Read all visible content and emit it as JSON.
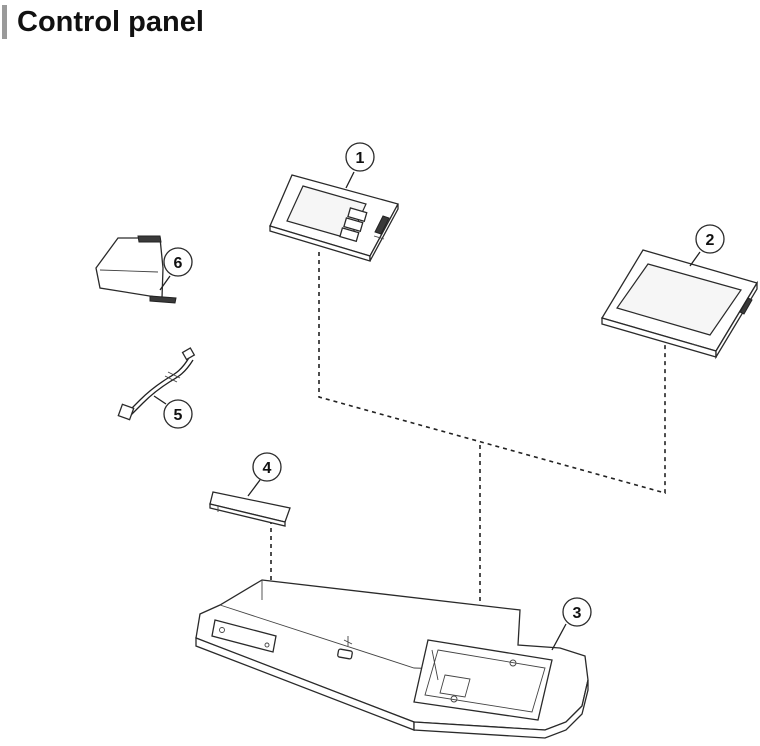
{
  "page": {
    "title": "Control panel"
  },
  "callouts": [
    {
      "id": "1",
      "label": "1"
    },
    {
      "id": "2",
      "label": "2"
    },
    {
      "id": "3",
      "label": "3"
    },
    {
      "id": "4",
      "label": "4"
    },
    {
      "id": "5",
      "label": "5"
    },
    {
      "id": "6",
      "label": "6"
    }
  ]
}
